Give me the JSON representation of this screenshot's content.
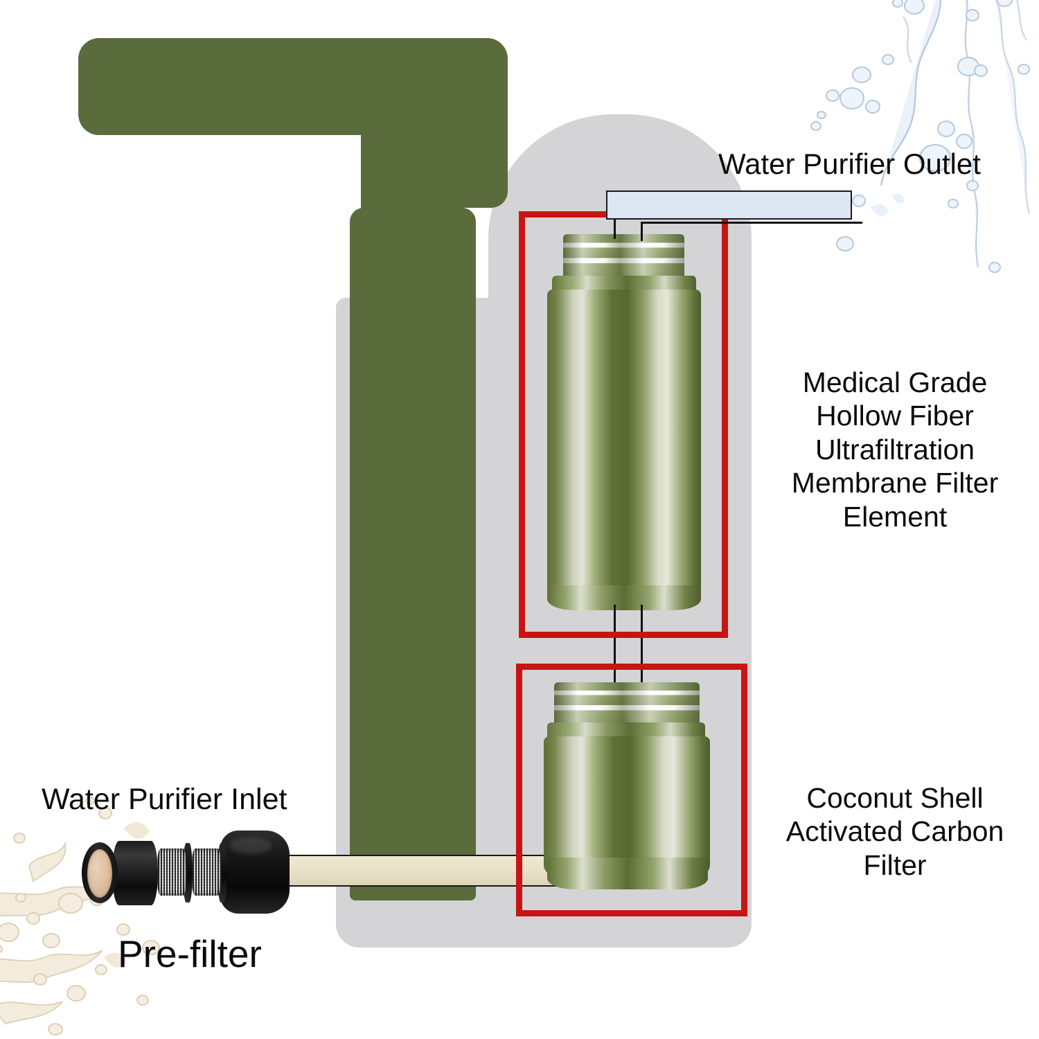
{
  "diagram": {
    "title": "Water purifier filtration cutaway diagram",
    "background_color": "#ffffff",
    "accent_color": "#c81414",
    "body_color": "#d4d4d6",
    "handle_color": "#5a6b3c",
    "callout_fill": "#dde6f3",
    "tube_color": "#e8e0c6"
  },
  "labels": {
    "outlet": "Water Purifier Outlet",
    "membrane": "Medical Grade\nHollow Fiber\nUltrafiltration\nMembrane Filter\nElement",
    "carbon": "Coconut Shell\nActivated Carbon\nFilter",
    "inlet": "Water Purifier Inlet",
    "prefilter": "Pre-filter"
  },
  "parts": [
    {
      "id": "handle",
      "name": "Green pump handle"
    },
    {
      "id": "housing",
      "name": "Gray purifier housing"
    },
    {
      "id": "membrane-cartridge",
      "name": "Hollow fiber ultrafiltration membrane filter element"
    },
    {
      "id": "carbon-cartridge",
      "name": "Coconut shell activated carbon filter"
    },
    {
      "id": "prefilter",
      "name": "Pre-filter with mesh screens"
    },
    {
      "id": "inlet-tube",
      "name": "Inlet tube"
    },
    {
      "id": "outlet-callout",
      "name": "Water purifier outlet callout bar"
    }
  ],
  "decorations": {
    "top_right_splash": "water-splash",
    "bottom_left_splash": "cream-splash"
  }
}
